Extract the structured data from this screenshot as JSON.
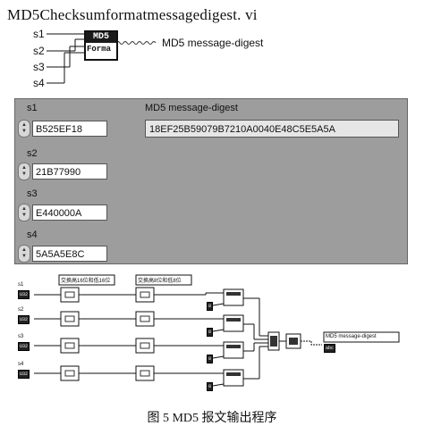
{
  "window_title": "MD5Checksumformatmessagedigest. vi",
  "connector": {
    "inputs": [
      "s1",
      "s2",
      "s3",
      "s4"
    ],
    "icon_top": "MD5",
    "icon_bottom": "Forma",
    "output": "MD5 message-digest"
  },
  "front_panel": {
    "controls": [
      {
        "label": "s1",
        "value": "B525EF18"
      },
      {
        "label": "s2",
        "value": "21B77990"
      },
      {
        "label": "s3",
        "value": "E440000A"
      },
      {
        "label": "s4",
        "value": "5A5A5E8C"
      }
    ],
    "indicator": {
      "label": "MD5 message-digest",
      "value": "18EF25B59079B7210A0040E48C5E5A5A"
    }
  },
  "block_diagram": {
    "terminals": [
      "s1",
      "s2",
      "s3",
      "s4"
    ],
    "terminal_type": "U32",
    "label_swap16": "交换高16位和低16位",
    "label_swap8": "交换高8位和低8位",
    "shift_const": "8",
    "output_label": "MD5 message-digest",
    "output_type": "abc"
  },
  "caption": "图 5 MD5 报文输出程序"
}
